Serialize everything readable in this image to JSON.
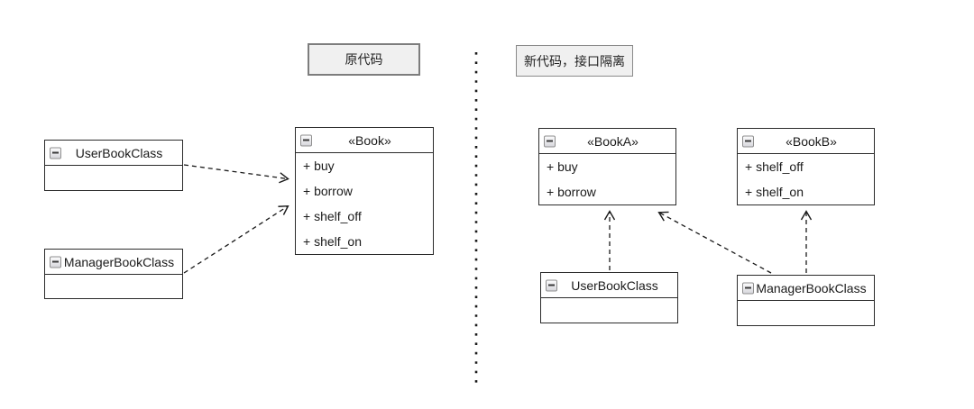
{
  "labels": {
    "left_title": "原代码",
    "right_title": "新代码，接口隔离"
  },
  "classes": {
    "left_user": {
      "name": "UserBookClass",
      "methods": []
    },
    "left_manager": {
      "name": "ManagerBookClass",
      "methods": []
    },
    "left_book": {
      "name": "«Book»",
      "methods": [
        "+ buy",
        "+ borrow",
        "+ shelf_off",
        "+ shelf_on"
      ]
    },
    "right_booka": {
      "name": "«BookA»",
      "methods": [
        "+ buy",
        "+ borrow"
      ]
    },
    "right_bookb": {
      "name": "«BookB»",
      "methods": [
        "+ shelf_off",
        "+ shelf_on"
      ]
    },
    "right_user": {
      "name": "UserBookClass",
      "methods": []
    },
    "right_manager": {
      "name": "ManagerBookClass",
      "methods": []
    }
  },
  "relations": [
    {
      "from": "UserBookClass (left)",
      "to": "«Book»",
      "style": "dashed-open-arrow"
    },
    {
      "from": "ManagerBookClass (left)",
      "to": "«Book»",
      "style": "dashed-open-arrow"
    },
    {
      "from": "UserBookClass (right)",
      "to": "«BookA»",
      "style": "dashed-open-arrow"
    },
    {
      "from": "ManagerBookClass (right)",
      "to": "«BookA»",
      "style": "dashed-open-arrow"
    },
    {
      "from": "ManagerBookClass (right)",
      "to": "«BookB»",
      "style": "dashed-open-arrow"
    }
  ],
  "colors": {
    "box_border": "#2b2b2b",
    "arrow": "#1a1a1a",
    "label_bg": "#f0f0f0",
    "label_border": "#7d7d7d",
    "background": "#ffffff"
  }
}
